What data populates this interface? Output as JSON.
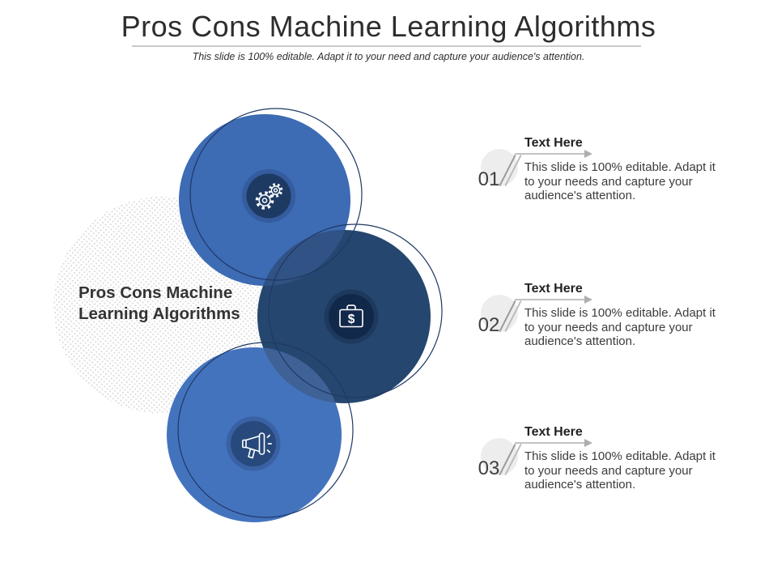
{
  "header": {
    "title": "Pros Cons Machine Learning Algorithms",
    "subtitle": "This slide is 100% editable. Adapt it to your need and capture your audience's attention."
  },
  "diagram": {
    "label_line1": "Pros Cons Machine",
    "label_line2": "Learning Algorithms",
    "dollar_sign": "$",
    "icons": [
      "gears-icon",
      "briefcase-dollar-icon",
      "megaphone-icon"
    ],
    "colors": {
      "circle_top": "#3D6BB4",
      "circle_middle": "#25476F",
      "circle_bottom": "#4473BE",
      "overlap_top_middle": "#315285",
      "overlap_middle_bottom": "#3F6296",
      "outline": "#1F3864",
      "inner_top": "#1D3A63",
      "inner_middle": "#12284A",
      "inner_bottom": "#27497B",
      "dot_pattern": "#d8d8d8"
    }
  },
  "items": [
    {
      "number": "01",
      "heading": "Text Here",
      "body": "This slide is 100% editable. Adapt it to your needs and capture your audience's attention."
    },
    {
      "number": "02",
      "heading": "Text Here",
      "body": "This slide is 100% editable. Adapt it to your needs and capture your audience's attention."
    },
    {
      "number": "03",
      "heading": "Text Here",
      "body": "This slide is 100% editable. Adapt it to your needs and capture your audience's attention."
    }
  ]
}
